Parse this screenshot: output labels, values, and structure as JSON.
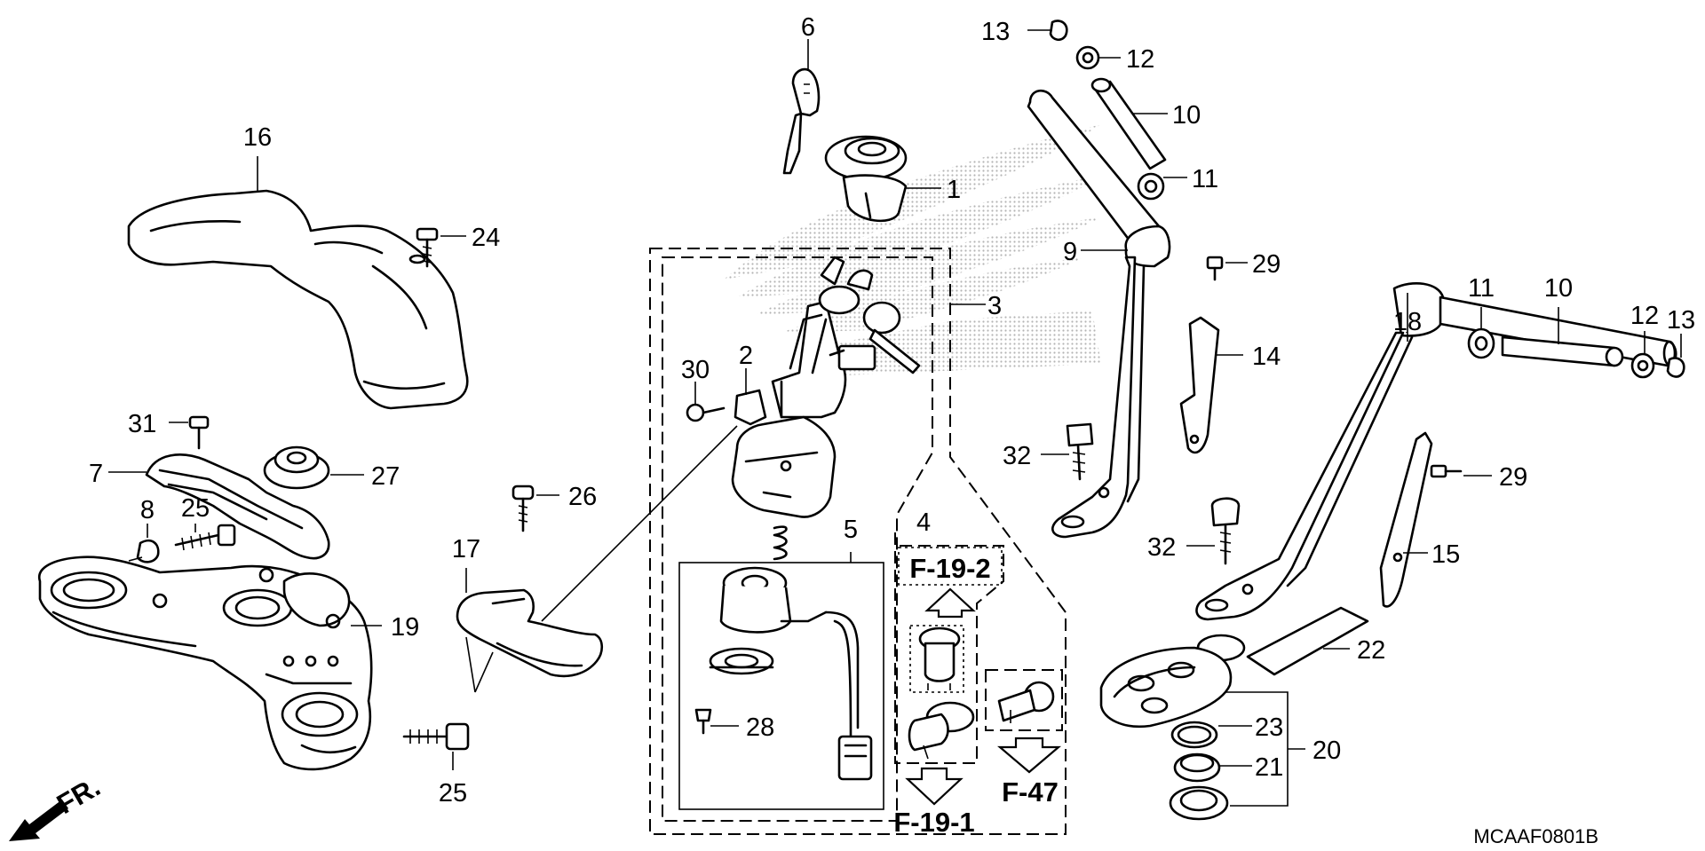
{
  "callouts": {
    "c1": "1",
    "c2": "2",
    "c3": "3",
    "c4": "4",
    "c5": "5",
    "c6": "6",
    "c7": "7",
    "c8": "8",
    "c9": "9",
    "c10a": "10",
    "c10b": "10",
    "c11a": "11",
    "c11b": "11",
    "c12a": "12",
    "c12b": "12",
    "c13a": "13",
    "c13b": "13",
    "c14": "14",
    "c15": "15",
    "c16": "16",
    "c17": "17",
    "c18": "18",
    "c19": "19",
    "c20": "20",
    "c21": "21",
    "c22": "22",
    "c23": "23",
    "c24": "24",
    "c25a": "25",
    "c25b": "25",
    "c26": "26",
    "c27": "27",
    "c28": "28",
    "c29a": "29",
    "c29b": "29",
    "c30": "30",
    "c31": "31",
    "c32a": "32",
    "c32b": "32"
  },
  "references": {
    "r1": "F-19-2",
    "r2": "F-19-1",
    "r3": "F-47"
  },
  "direction": "FR.",
  "diagram_code": "MCAAF0801B",
  "colors": {
    "ink": "#000000",
    "paper": "#ffffff",
    "watermark": "#c8c8c8"
  },
  "icons": {
    "front-arrow": "arrow-down-left-icon",
    "reference-arrow": "hollow-arrow-icon"
  }
}
